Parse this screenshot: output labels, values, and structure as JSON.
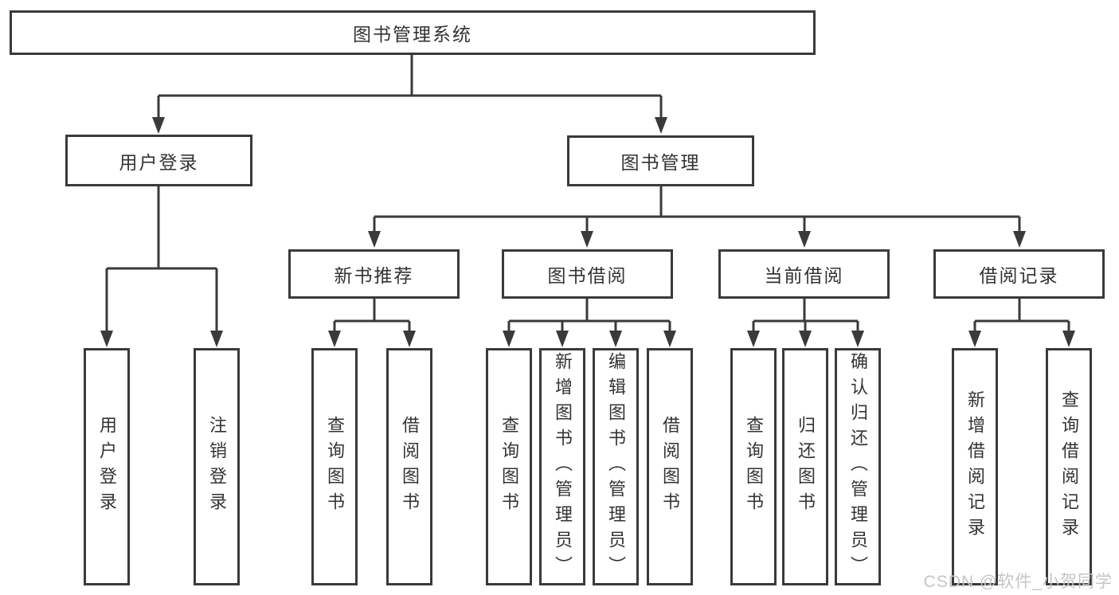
{
  "diagram": {
    "root": {
      "label": "图书管理系统"
    },
    "branches": [
      {
        "label": "用户登录",
        "children": [
          {
            "label": "用户登录"
          },
          {
            "label": "注销登录"
          }
        ]
      },
      {
        "label": "图书管理",
        "sections": [
          {
            "label": "新书推荐",
            "children": [
              {
                "label": "查询图书"
              },
              {
                "label": "借阅图书"
              }
            ]
          },
          {
            "label": "图书借阅",
            "children": [
              {
                "label": "查询图书"
              },
              {
                "label": "新增图书（管理员）"
              },
              {
                "label": "编辑图书（管理员）"
              },
              {
                "label": "借阅图书"
              }
            ]
          },
          {
            "label": "当前借阅",
            "children": [
              {
                "label": "查询图书"
              },
              {
                "label": "归还图书"
              },
              {
                "label": "确认归还（管理员）"
              }
            ]
          },
          {
            "label": "借阅记录",
            "children": [
              {
                "label": "新增借阅记录"
              },
              {
                "label": "查询借阅记录"
              }
            ]
          }
        ]
      }
    ]
  },
  "watermark": {
    "text": "CSDN @软件_小贺同学"
  },
  "colors": {
    "line": "#3a3a3a",
    "text": "#333333",
    "background": "#ffffff",
    "watermark": "#c5c5c5"
  }
}
